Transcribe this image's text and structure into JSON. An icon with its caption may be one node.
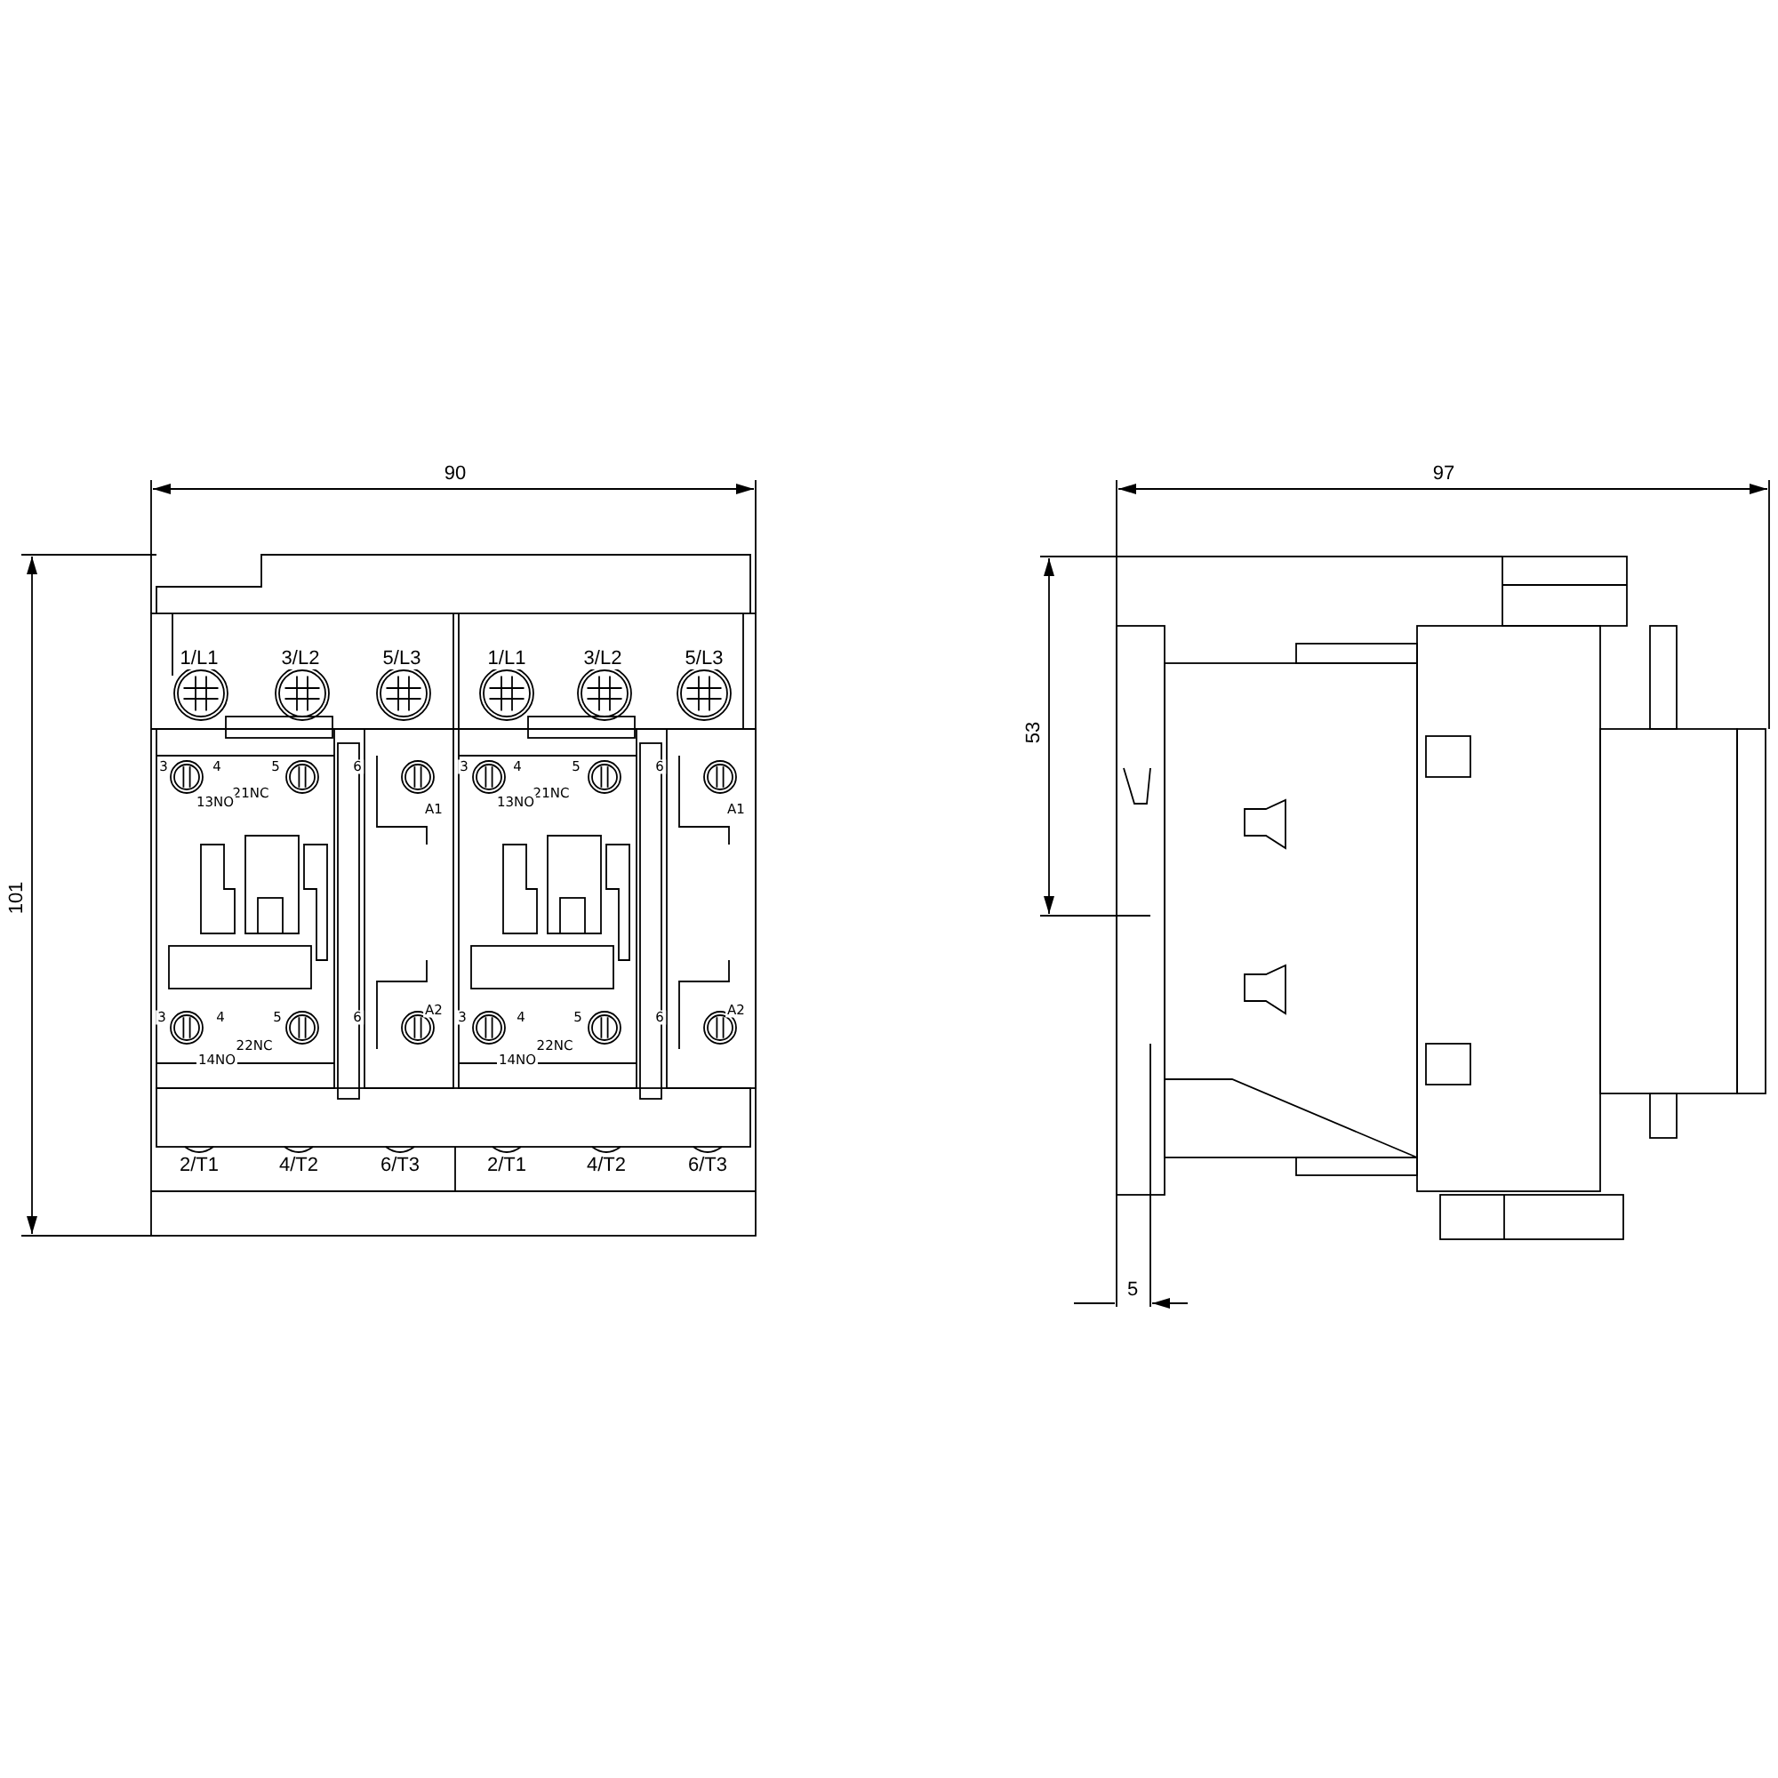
{
  "diagram": {
    "labels": [
      "90",
      "97",
      "1/L1",
      "3/L2",
      "5/L3",
      "1/L1",
      "3/L2",
      "5/L3",
      "53",
      "101",
      "3",
      "4",
      "5",
      "6",
      "3",
      "4",
      "5",
      "6",
      "21NC",
      "13NO",
      "A1",
      "21NC",
      "13NO",
      "A1",
      "A2",
      "A2",
      "3",
      "4",
      "5",
      "6",
      "3",
      "4",
      "5",
      "6",
      "22NC",
      "14NO",
      "22NC",
      "14NO",
      "2/T1",
      "4/T2",
      "6/T3",
      "2/T1",
      "4/T2",
      "6/T3",
      "5"
    ]
  }
}
